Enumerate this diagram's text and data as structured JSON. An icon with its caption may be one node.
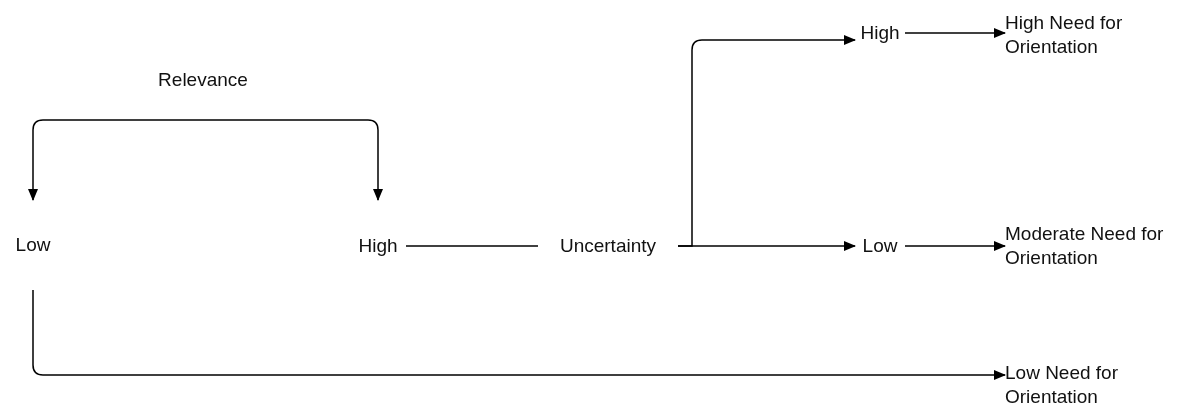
{
  "diagram": {
    "nodes": [
      {
        "text": [
          "Low"
        ]
      },
      {
        "text": [
          "High"
        ]
      },
      {
        "text": [
          "Uncertainty"
        ]
      },
      {
        "text": [
          "High"
        ]
      },
      {
        "text": [
          "Low"
        ]
      },
      {
        "text": [
          "High Need for Orientation"
        ]
      },
      {
        "text": [
          "Moderate Need for Orientation"
        ]
      },
      {
        "text": [
          "Low Need for Orientation"
        ]
      }
    ],
    "edges": [
      {
        "from": 0,
        "to": 1,
        "arrow": "both",
        "label": "Relevance"
      },
      {
        "from": 1,
        "to": 2,
        "arrow": "none"
      },
      {
        "from": 2,
        "to": 3,
        "arrow": "to"
      },
      {
        "from": 2,
        "to": 4,
        "arrow": "to"
      },
      {
        "from": 3,
        "to": 5,
        "arrow": "to"
      },
      {
        "from": 4,
        "to": 6,
        "arrow": "to"
      },
      {
        "from": 0,
        "to": 7,
        "arrow": "to"
      }
    ]
  }
}
